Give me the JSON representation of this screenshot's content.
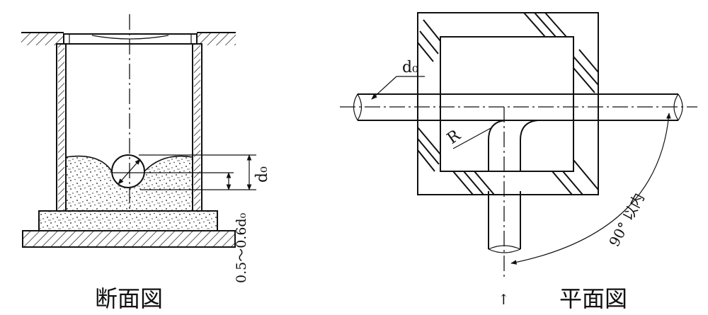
{
  "left_view": {
    "title": "断面図",
    "label_d0": "d₀",
    "label_ratio": "0.5～0.6d₀"
  },
  "right_view": {
    "title": "平面図",
    "label_d0": "d₀",
    "label_R": "R",
    "label_angle": "90° 以内",
    "inflow_arrow": "↑"
  }
}
